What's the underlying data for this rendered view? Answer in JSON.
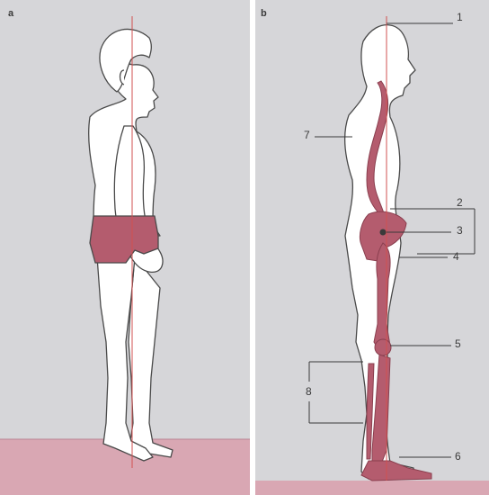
{
  "panels": [
    {
      "id": "a",
      "label": "a"
    },
    {
      "id": "b",
      "label": "b"
    }
  ],
  "callouts": {
    "n1": "1",
    "n2": "2",
    "n3": "3",
    "n4": "4",
    "n5": "5",
    "n6": "6",
    "n7": "7",
    "n8": "8"
  },
  "colors": {
    "background": "#d6d6d9",
    "floor": "#d9a7b3",
    "accent": "#b45c6e",
    "gravity_line": "#d25050",
    "outline": "#4a4a4a",
    "skin": "#ffffff"
  }
}
